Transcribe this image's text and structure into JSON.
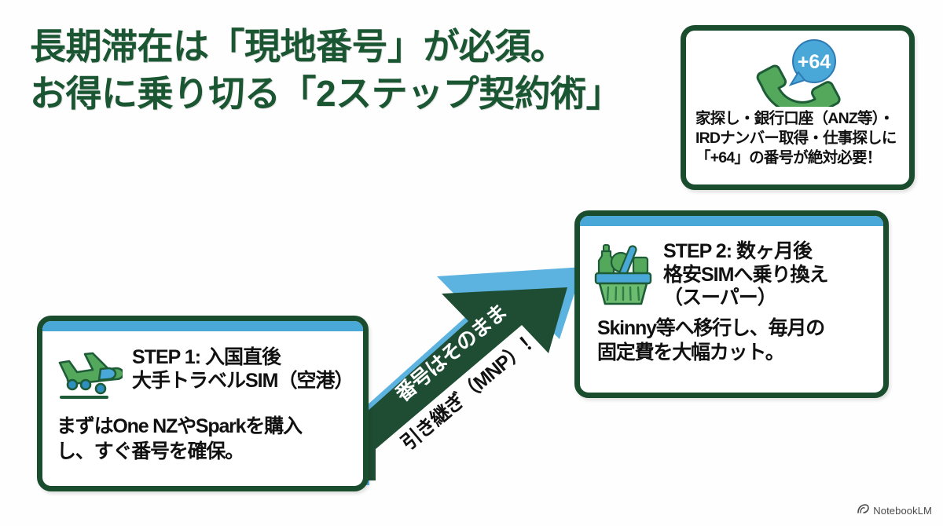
{
  "title": {
    "line1": "長期滞在は「現地番号」が必須。",
    "line2": "お得に乗り切る「2ステップ契約術」"
  },
  "note_card": {
    "icon": "phone-with-country-code-bubble-icon",
    "bubble_label": "+64",
    "text_line1": "家探し・銀行口座（ANZ等）・",
    "text_line2": "IRDナンバー取得・仕事探しに",
    "text_line3": "「+64」の番号が絶対必要！"
  },
  "step1": {
    "icon": "airplane-landing-icon",
    "title_line1": "STEP 1: 入国直後",
    "title_line2": "大手トラベルSIM（空港）",
    "desc_line1": "まずはOne NZやSparkを購入",
    "desc_line2": "し、すぐ番号を確保。"
  },
  "step2": {
    "icon": "shopping-basket-icon",
    "title_line1": "STEP 2: 数ヶ月後",
    "title_line2": "格安SIMへ乗り換え",
    "title_line3": "（スーパー）",
    "desc_line1": "Skinny等へ移行し、毎月の",
    "desc_line2": "固定費を大幅カット。"
  },
  "arrow": {
    "label_top": "番号はそのまま",
    "label_bottom": "引き継ぎ（MNP）！"
  },
  "watermark": {
    "icon": "notebooklm-logo-icon",
    "label": "NotebookLM"
  },
  "colors": {
    "title_green": "#1a5632",
    "card_border_green": "#1a4d2e",
    "accent_blue": "#4aa8d8",
    "arrow_fill": "#1e4d33",
    "arrow_outline": "#5cb3e0",
    "icon_green": "#54a85c",
    "background": "#fefefe"
  }
}
